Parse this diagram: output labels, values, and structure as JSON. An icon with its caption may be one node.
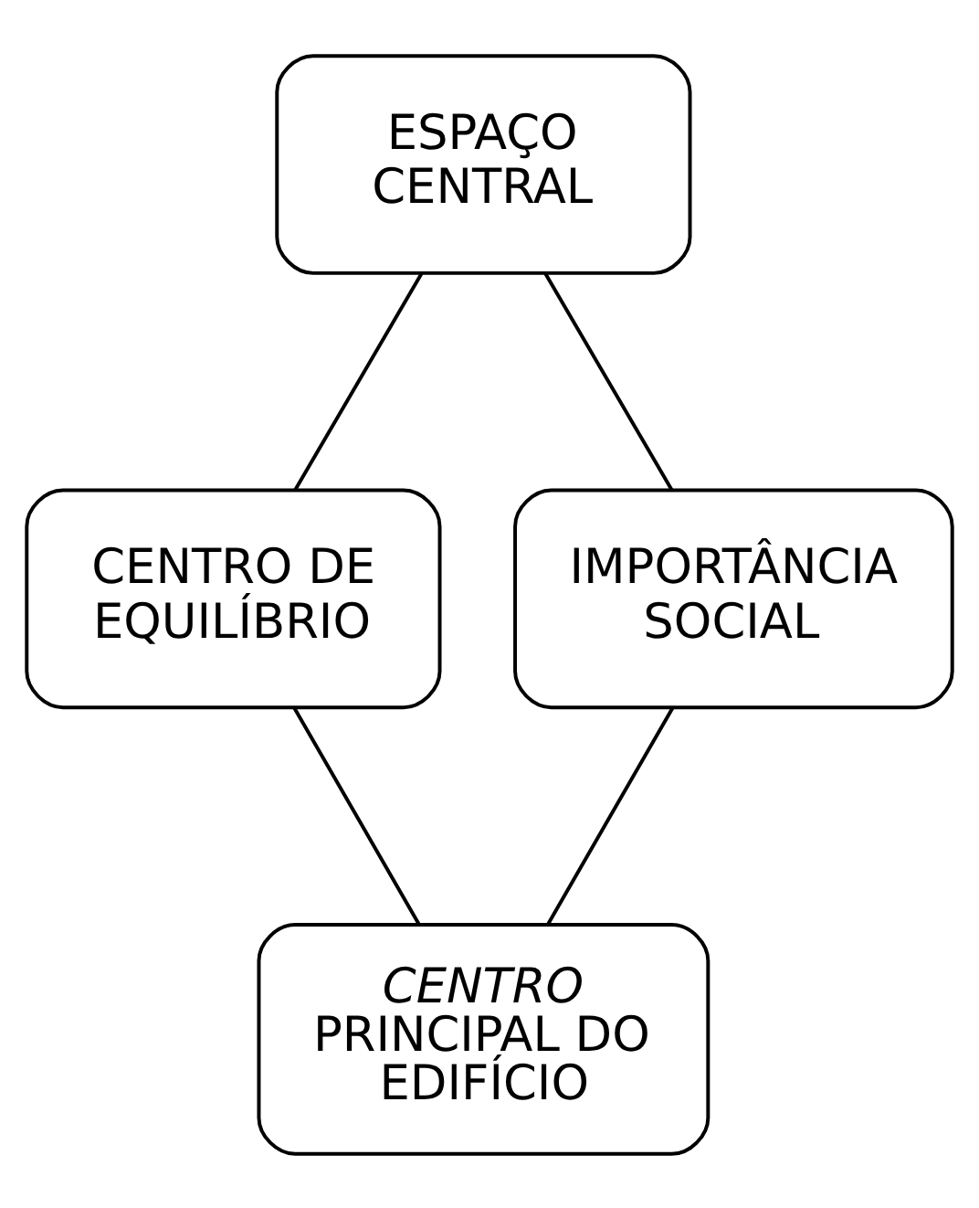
{
  "diagram": {
    "nodes": [
      {
        "text": [
          "ESPAÇO CENTRAL"
        ]
      },
      {
        "text": [
          "CENTRO DE EQUILÍBRIO"
        ]
      },
      {
        "text": [
          "IMPORTÂNCIA SOCIAL"
        ]
      },
      {
        "text": [
          "*CENTRO* PRINCIPAL DO EDIFÍCIO"
        ]
      }
    ],
    "edges": [
      {
        "from": 0,
        "to": 1,
        "arrow": "none"
      },
      {
        "from": 0,
        "to": 2,
        "arrow": "none"
      },
      {
        "from": 1,
        "to": 3,
        "arrow": "none"
      },
      {
        "from": 2,
        "to": 3,
        "arrow": "none"
      }
    ]
  }
}
